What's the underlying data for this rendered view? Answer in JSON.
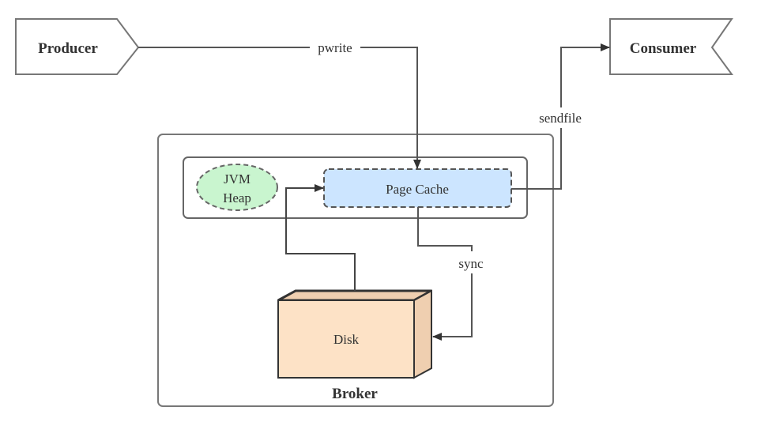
{
  "diagram": {
    "nodes": {
      "producer": {
        "label": "Producer"
      },
      "consumer": {
        "label": "Consumer"
      },
      "broker": {
        "label": "Broker"
      },
      "jvm_heap": {
        "line1": "JVM",
        "line2": "Heap",
        "fill": "#c9f5cf"
      },
      "page_cache": {
        "label": "Page Cache",
        "fill": "#cce5ff"
      },
      "disk": {
        "label": "Disk",
        "fill": "#fde2c6",
        "side_fill": "#efcfb0"
      }
    },
    "edges": {
      "pwrite": {
        "label": "pwrite",
        "from": "Producer",
        "to": "Page Cache"
      },
      "sendfile": {
        "label": "sendfile",
        "from": "Page Cache",
        "to": "Consumer"
      },
      "sync": {
        "label": "sync",
        "from": "Page Cache",
        "to": "Disk"
      },
      "load": {
        "label": "",
        "from": "Disk",
        "to": "Page Cache"
      }
    },
    "colors": {
      "stroke": "#555555",
      "text": "#333333"
    }
  }
}
